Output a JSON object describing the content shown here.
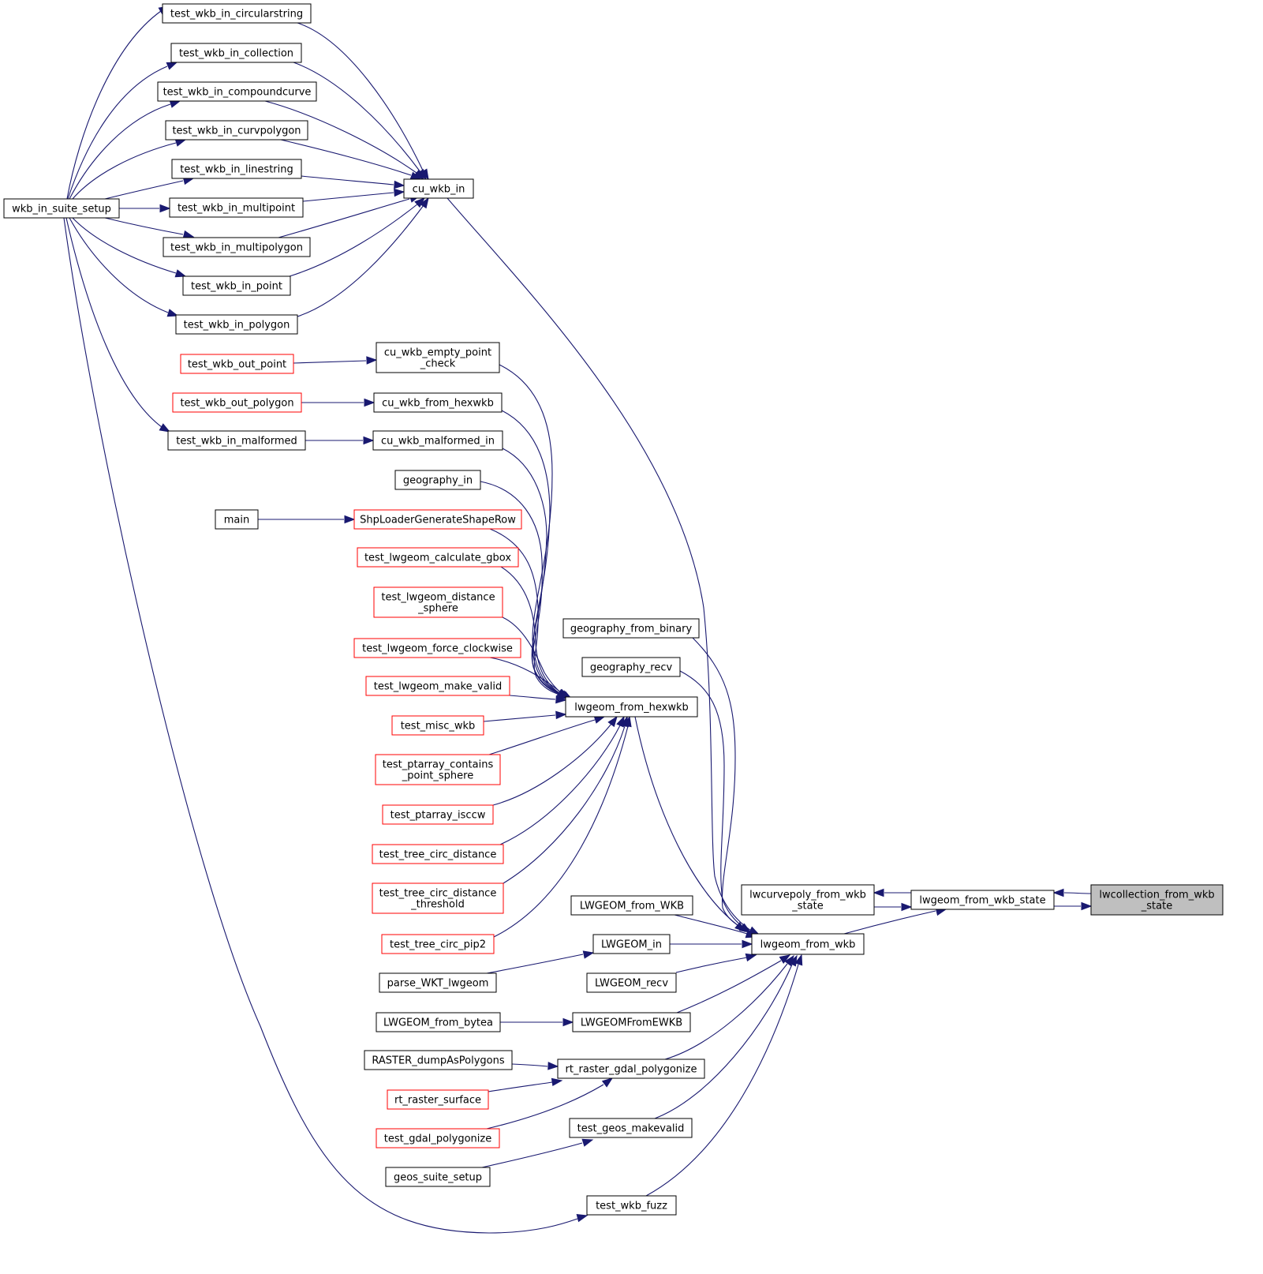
{
  "graph": {
    "colors": {
      "edge": "#191970",
      "node_border": "#000000",
      "node_border_truncated": "#ff0000",
      "focus_fill": "#bfbfbf",
      "background": "#ffffff"
    },
    "nodes": [
      {
        "id": "lwcollection_from_wkb_state",
        "lines": [
          "lwcollection_from_wkb",
          "_state"
        ],
        "style": "focus"
      },
      {
        "id": "lwgeom_from_wkb_state",
        "lines": [
          "lwgeom_from_wkb_state"
        ],
        "style": "normal"
      },
      {
        "id": "lwcurvepoly_from_wkb_state",
        "lines": [
          "lwcurvepoly_from_wkb",
          "_state"
        ],
        "style": "normal"
      },
      {
        "id": "lwgeom_from_wkb",
        "lines": [
          "lwgeom_from_wkb"
        ],
        "style": "normal"
      },
      {
        "id": "cu_wkb_in",
        "lines": [
          "cu_wkb_in"
        ],
        "style": "normal"
      },
      {
        "id": "lwgeom_from_hexwkb",
        "lines": [
          "lwgeom_from_hexwkb"
        ],
        "style": "normal"
      },
      {
        "id": "geography_from_binary",
        "lines": [
          "geography_from_binary"
        ],
        "style": "normal"
      },
      {
        "id": "geography_recv",
        "lines": [
          "geography_recv"
        ],
        "style": "normal"
      },
      {
        "id": "LWGEOM_from_WKB",
        "lines": [
          "LWGEOM_from_WKB"
        ],
        "style": "normal"
      },
      {
        "id": "LWGEOM_in",
        "lines": [
          "LWGEOM_in"
        ],
        "style": "normal"
      },
      {
        "id": "LWGEOM_recv",
        "lines": [
          "LWGEOM_recv"
        ],
        "style": "normal"
      },
      {
        "id": "LWGEOMFromEWKB",
        "lines": [
          "LWGEOMFromEWKB"
        ],
        "style": "normal"
      },
      {
        "id": "rt_raster_gdal_polygonize",
        "lines": [
          "rt_raster_gdal_polygonize"
        ],
        "style": "normal"
      },
      {
        "id": "test_geos_makevalid",
        "lines": [
          "test_geos_makevalid"
        ],
        "style": "normal"
      },
      {
        "id": "test_wkb_fuzz",
        "lines": [
          "test_wkb_fuzz"
        ],
        "style": "normal"
      },
      {
        "id": "wkb_in_suite_setup",
        "lines": [
          "wkb_in_suite_setup"
        ],
        "style": "normal"
      },
      {
        "id": "test_wkb_in_circularstring",
        "lines": [
          "test_wkb_in_circularstring"
        ],
        "style": "normal"
      },
      {
        "id": "test_wkb_in_collection",
        "lines": [
          "test_wkb_in_collection"
        ],
        "style": "normal"
      },
      {
        "id": "test_wkb_in_compoundcurve",
        "lines": [
          "test_wkb_in_compoundcurve"
        ],
        "style": "normal"
      },
      {
        "id": "test_wkb_in_curvpolygon",
        "lines": [
          "test_wkb_in_curvpolygon"
        ],
        "style": "normal"
      },
      {
        "id": "test_wkb_in_linestring",
        "lines": [
          "test_wkb_in_linestring"
        ],
        "style": "normal"
      },
      {
        "id": "test_wkb_in_multipoint",
        "lines": [
          "test_wkb_in_multipoint"
        ],
        "style": "normal"
      },
      {
        "id": "test_wkb_in_multipolygon",
        "lines": [
          "test_wkb_in_multipolygon"
        ],
        "style": "normal"
      },
      {
        "id": "test_wkb_in_point",
        "lines": [
          "test_wkb_in_point"
        ],
        "style": "normal"
      },
      {
        "id": "test_wkb_in_polygon",
        "lines": [
          "test_wkb_in_polygon"
        ],
        "style": "normal"
      },
      {
        "id": "test_wkb_out_point",
        "lines": [
          "test_wkb_out_point"
        ],
        "style": "truncated"
      },
      {
        "id": "test_wkb_out_polygon",
        "lines": [
          "test_wkb_out_polygon"
        ],
        "style": "truncated"
      },
      {
        "id": "test_wkb_in_malformed",
        "lines": [
          "test_wkb_in_malformed"
        ],
        "style": "normal"
      },
      {
        "id": "main",
        "lines": [
          "main"
        ],
        "style": "normal"
      },
      {
        "id": "cu_wkb_empty_point_check",
        "lines": [
          "cu_wkb_empty_point",
          "_check"
        ],
        "style": "normal"
      },
      {
        "id": "cu_wkb_from_hexwkb",
        "lines": [
          "cu_wkb_from_hexwkb"
        ],
        "style": "normal"
      },
      {
        "id": "cu_wkb_malformed_in",
        "lines": [
          "cu_wkb_malformed_in"
        ],
        "style": "normal"
      },
      {
        "id": "geography_in",
        "lines": [
          "geography_in"
        ],
        "style": "normal"
      },
      {
        "id": "ShpLoaderGenerateShapeRow",
        "lines": [
          "ShpLoaderGenerateShapeRow"
        ],
        "style": "truncated"
      },
      {
        "id": "test_lwgeom_calculate_gbox",
        "lines": [
          "test_lwgeom_calculate_gbox"
        ],
        "style": "truncated"
      },
      {
        "id": "test_lwgeom_distance_sphere",
        "lines": [
          "test_lwgeom_distance",
          "_sphere"
        ],
        "style": "truncated"
      },
      {
        "id": "test_lwgeom_force_clockwise",
        "lines": [
          "test_lwgeom_force_clockwise"
        ],
        "style": "truncated"
      },
      {
        "id": "test_lwgeom_make_valid",
        "lines": [
          "test_lwgeom_make_valid"
        ],
        "style": "truncated"
      },
      {
        "id": "test_misc_wkb",
        "lines": [
          "test_misc_wkb"
        ],
        "style": "truncated"
      },
      {
        "id": "test_ptarray_contains_point_sphere",
        "lines": [
          "test_ptarray_contains",
          "_point_sphere"
        ],
        "style": "truncated"
      },
      {
        "id": "test_ptarray_isccw",
        "lines": [
          "test_ptarray_isccw"
        ],
        "style": "truncated"
      },
      {
        "id": "test_tree_circ_distance",
        "lines": [
          "test_tree_circ_distance"
        ],
        "style": "truncated"
      },
      {
        "id": "test_tree_circ_distance_threshold",
        "lines": [
          "test_tree_circ_distance",
          "_threshold"
        ],
        "style": "truncated"
      },
      {
        "id": "test_tree_circ_pip2",
        "lines": [
          "test_tree_circ_pip2"
        ],
        "style": "truncated"
      },
      {
        "id": "parse_WKT_lwgeom",
        "lines": [
          "parse_WKT_lwgeom"
        ],
        "style": "normal"
      },
      {
        "id": "LWGEOM_from_bytea",
        "lines": [
          "LWGEOM_from_bytea"
        ],
        "style": "normal"
      },
      {
        "id": "RASTER_dumpAsPolygons",
        "lines": [
          "RASTER_dumpAsPolygons"
        ],
        "style": "normal"
      },
      {
        "id": "rt_raster_surface",
        "lines": [
          "rt_raster_surface"
        ],
        "style": "truncated"
      },
      {
        "id": "test_gdal_polygonize",
        "lines": [
          "test_gdal_polygonize"
        ],
        "style": "truncated"
      },
      {
        "id": "geos_suite_setup",
        "lines": [
          "geos_suite_setup"
        ],
        "style": "normal"
      }
    ],
    "edges": [
      {
        "from": "lwcollection_from_wkb_state",
        "to": "lwgeom_from_wkb_state"
      },
      {
        "from": "lwgeom_from_wkb_state",
        "to": "lwcollection_from_wkb_state"
      },
      {
        "from": "lwgeom_from_wkb_state",
        "to": "lwcurvepoly_from_wkb_state"
      },
      {
        "from": "lwcurvepoly_from_wkb_state",
        "to": "lwgeom_from_wkb_state"
      },
      {
        "from": "lwgeom_from_wkb",
        "to": "lwgeom_from_wkb_state"
      },
      {
        "from": "cu_wkb_in",
        "to": "lwgeom_from_wkb"
      },
      {
        "from": "lwgeom_from_hexwkb",
        "to": "lwgeom_from_wkb"
      },
      {
        "from": "geography_from_binary",
        "to": "lwgeom_from_wkb"
      },
      {
        "from": "geography_recv",
        "to": "lwgeom_from_wkb"
      },
      {
        "from": "LWGEOM_from_WKB",
        "to": "lwgeom_from_wkb"
      },
      {
        "from": "LWGEOM_in",
        "to": "lwgeom_from_wkb"
      },
      {
        "from": "LWGEOM_recv",
        "to": "lwgeom_from_wkb"
      },
      {
        "from": "LWGEOMFromEWKB",
        "to": "lwgeom_from_wkb"
      },
      {
        "from": "rt_raster_gdal_polygonize",
        "to": "lwgeom_from_wkb"
      },
      {
        "from": "test_geos_makevalid",
        "to": "lwgeom_from_wkb"
      },
      {
        "from": "test_wkb_fuzz",
        "to": "lwgeom_from_wkb"
      },
      {
        "from": "test_wkb_in_circularstring",
        "to": "cu_wkb_in"
      },
      {
        "from": "test_wkb_in_collection",
        "to": "cu_wkb_in"
      },
      {
        "from": "test_wkb_in_compoundcurve",
        "to": "cu_wkb_in"
      },
      {
        "from": "test_wkb_in_curvpolygon",
        "to": "cu_wkb_in"
      },
      {
        "from": "test_wkb_in_linestring",
        "to": "cu_wkb_in"
      },
      {
        "from": "test_wkb_in_multipoint",
        "to": "cu_wkb_in"
      },
      {
        "from": "test_wkb_in_multipolygon",
        "to": "cu_wkb_in"
      },
      {
        "from": "test_wkb_in_point",
        "to": "cu_wkb_in"
      },
      {
        "from": "test_wkb_in_polygon",
        "to": "cu_wkb_in"
      },
      {
        "from": "wkb_in_suite_setup",
        "to": "test_wkb_in_circularstring"
      },
      {
        "from": "wkb_in_suite_setup",
        "to": "test_wkb_in_collection"
      },
      {
        "from": "wkb_in_suite_setup",
        "to": "test_wkb_in_compoundcurve"
      },
      {
        "from": "wkb_in_suite_setup",
        "to": "test_wkb_in_curvpolygon"
      },
      {
        "from": "wkb_in_suite_setup",
        "to": "test_wkb_in_linestring"
      },
      {
        "from": "wkb_in_suite_setup",
        "to": "test_wkb_in_multipoint"
      },
      {
        "from": "wkb_in_suite_setup",
        "to": "test_wkb_in_multipolygon"
      },
      {
        "from": "wkb_in_suite_setup",
        "to": "test_wkb_in_point"
      },
      {
        "from": "wkb_in_suite_setup",
        "to": "test_wkb_in_polygon"
      },
      {
        "from": "wkb_in_suite_setup",
        "to": "test_wkb_in_malformed"
      },
      {
        "from": "wkb_in_suite_setup",
        "to": "test_wkb_fuzz"
      },
      {
        "from": "test_wkb_out_point",
        "to": "cu_wkb_empty_point_check"
      },
      {
        "from": "test_wkb_out_polygon",
        "to": "cu_wkb_from_hexwkb"
      },
      {
        "from": "test_wkb_in_malformed",
        "to": "cu_wkb_malformed_in"
      },
      {
        "from": "main",
        "to": "ShpLoaderGenerateShapeRow"
      },
      {
        "from": "cu_wkb_empty_point_check",
        "to": "lwgeom_from_hexwkb"
      },
      {
        "from": "cu_wkb_from_hexwkb",
        "to": "lwgeom_from_hexwkb"
      },
      {
        "from": "cu_wkb_malformed_in",
        "to": "lwgeom_from_hexwkb"
      },
      {
        "from": "geography_in",
        "to": "lwgeom_from_hexwkb"
      },
      {
        "from": "ShpLoaderGenerateShapeRow",
        "to": "lwgeom_from_hexwkb"
      },
      {
        "from": "test_lwgeom_calculate_gbox",
        "to": "lwgeom_from_hexwkb"
      },
      {
        "from": "test_lwgeom_distance_sphere",
        "to": "lwgeom_from_hexwkb"
      },
      {
        "from": "test_lwgeom_force_clockwise",
        "to": "lwgeom_from_hexwkb"
      },
      {
        "from": "test_lwgeom_make_valid",
        "to": "lwgeom_from_hexwkb"
      },
      {
        "from": "test_misc_wkb",
        "to": "lwgeom_from_hexwkb"
      },
      {
        "from": "test_ptarray_contains_point_sphere",
        "to": "lwgeom_from_hexwkb"
      },
      {
        "from": "test_ptarray_isccw",
        "to": "lwgeom_from_hexwkb"
      },
      {
        "from": "test_tree_circ_distance",
        "to": "lwgeom_from_hexwkb"
      },
      {
        "from": "test_tree_circ_distance_threshold",
        "to": "lwgeom_from_hexwkb"
      },
      {
        "from": "test_tree_circ_pip2",
        "to": "lwgeom_from_hexwkb"
      },
      {
        "from": "parse_WKT_lwgeom",
        "to": "LWGEOM_in"
      },
      {
        "from": "LWGEOM_from_bytea",
        "to": "LWGEOMFromEWKB"
      },
      {
        "from": "RASTER_dumpAsPolygons",
        "to": "rt_raster_gdal_polygonize"
      },
      {
        "from": "rt_raster_surface",
        "to": "rt_raster_gdal_polygonize"
      },
      {
        "from": "test_gdal_polygonize",
        "to": "rt_raster_gdal_polygonize"
      },
      {
        "from": "geos_suite_setup",
        "to": "test_geos_makevalid"
      }
    ]
  }
}
